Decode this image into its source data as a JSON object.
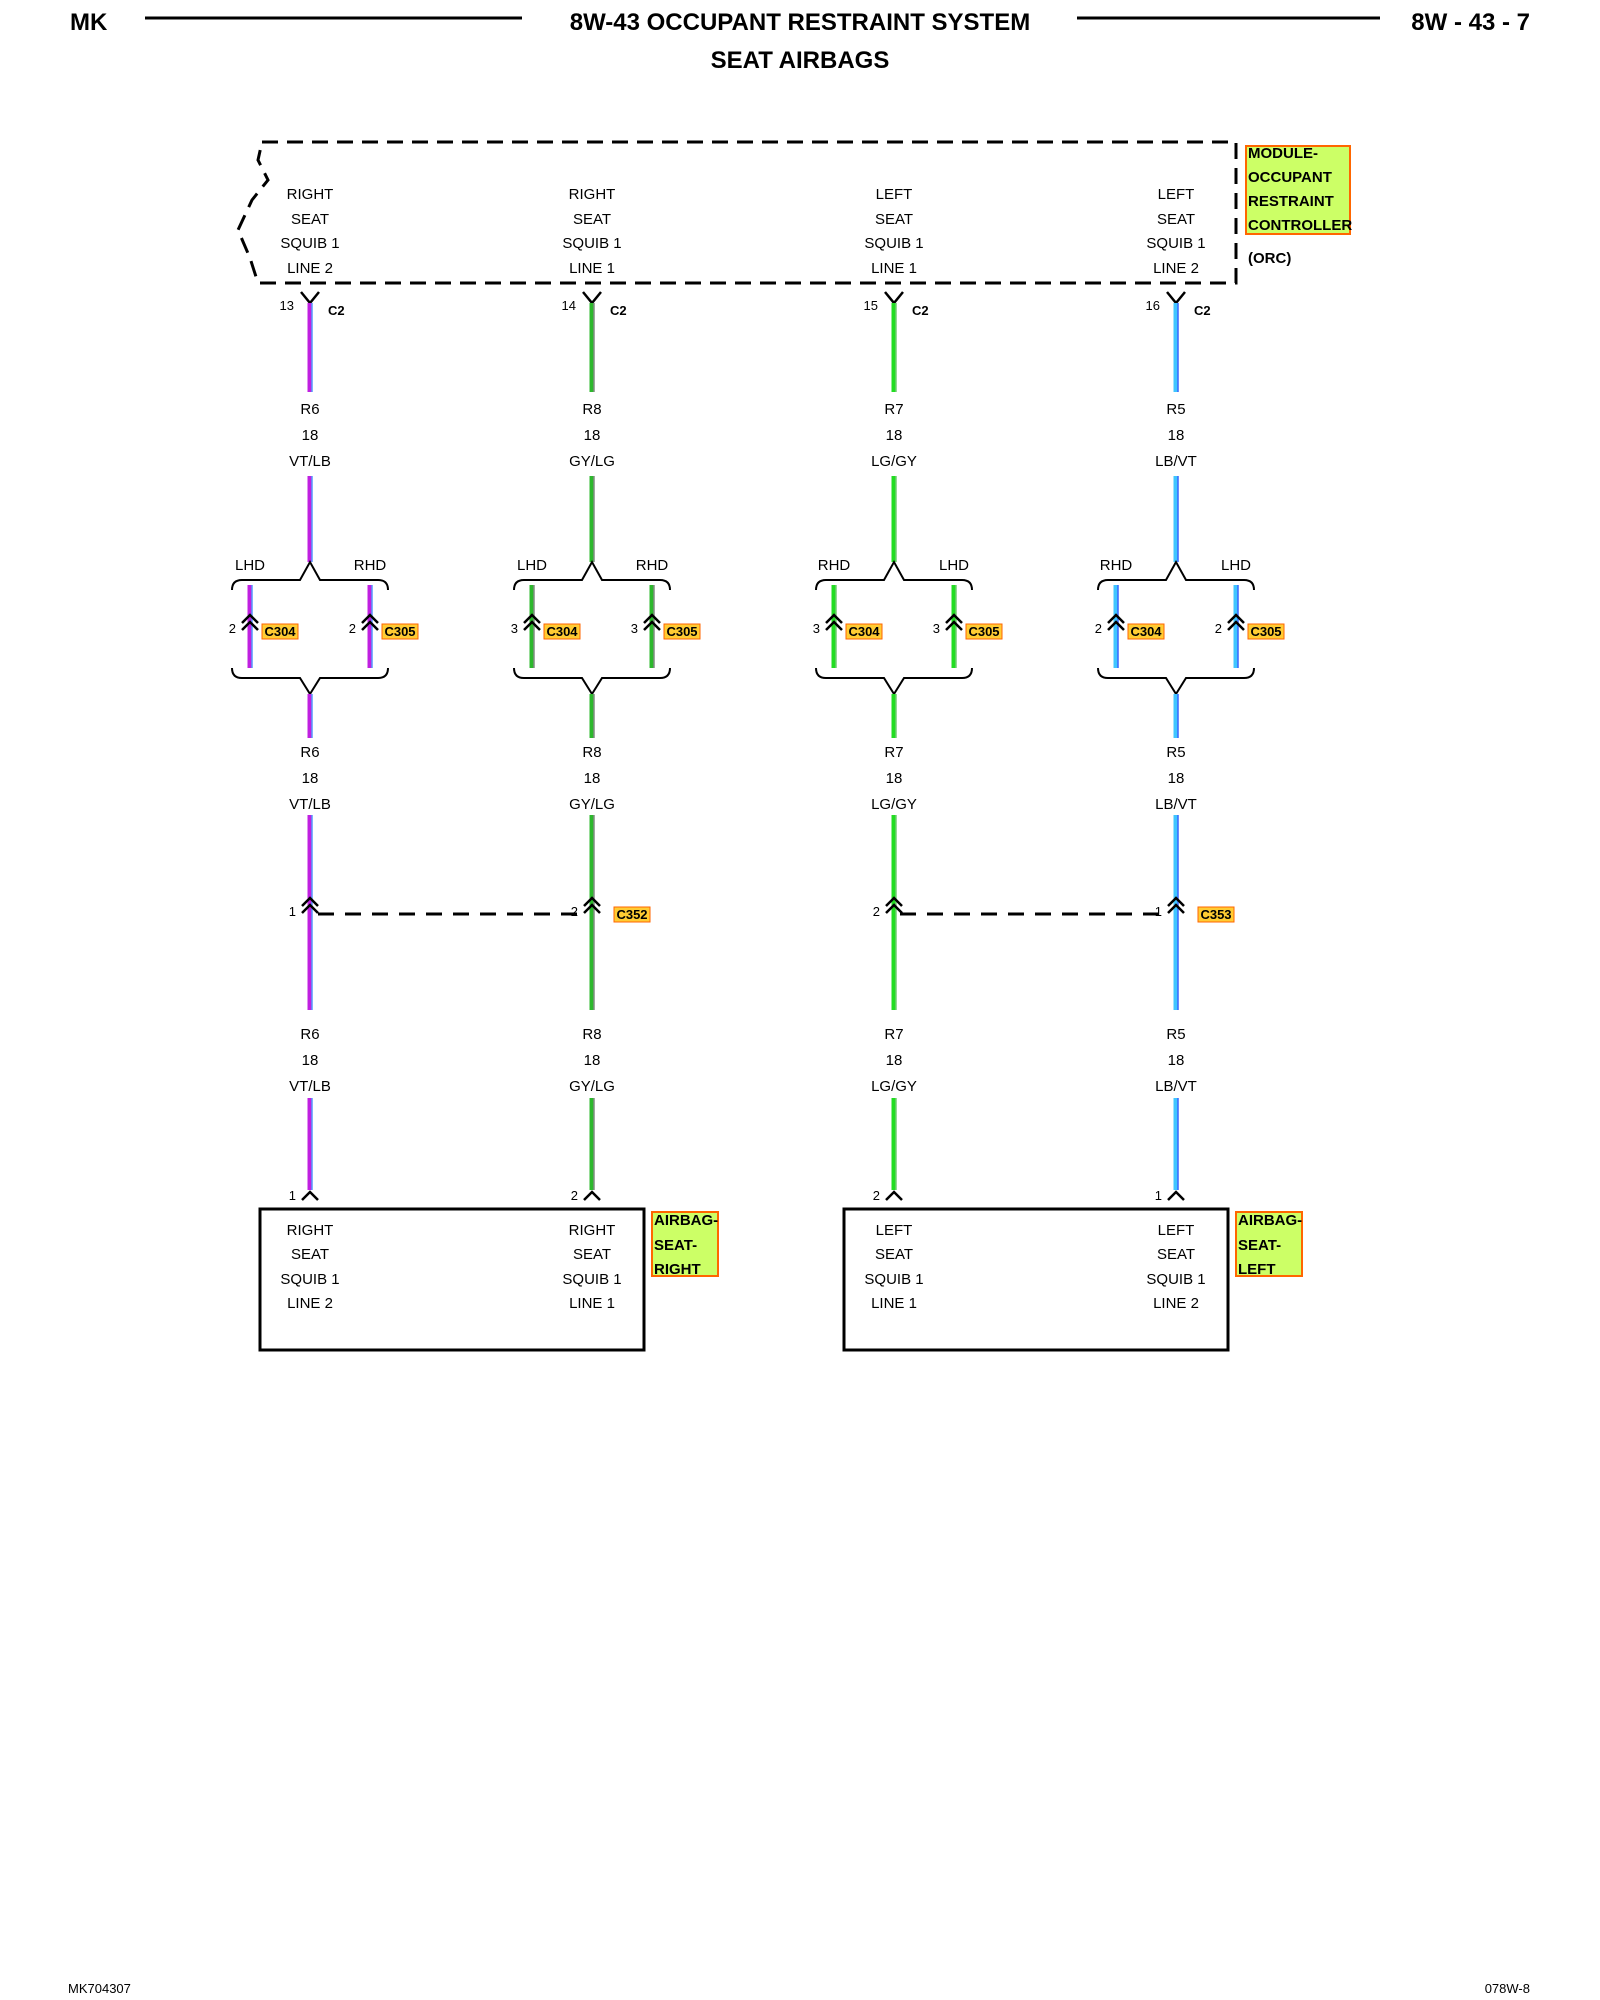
{
  "header": {
    "left": "MK",
    "title": "8W-43 OCCUPANT RESTRAINT SYSTEM",
    "subtitle": "SEAT AIRBAGS",
    "right": "8W - 43 - 7"
  },
  "controller": {
    "name_lines": [
      "MODULE-",
      "OCCUPANT",
      "RESTRAINT",
      "CONTROLLER"
    ],
    "abbrev": "(ORC)",
    "terminals": [
      [
        "RIGHT",
        "SEAT",
        "SQUIB 1",
        "LINE 2"
      ],
      [
        "RIGHT",
        "SEAT",
        "SQUIB 1",
        "LINE 1"
      ],
      [
        "LEFT",
        "SEAT",
        "SQUIB 1",
        "LINE 1"
      ],
      [
        "LEFT",
        "SEAT",
        "SQUIB 1",
        "LINE 2"
      ]
    ]
  },
  "circuits": [
    {
      "c2_pin": "13",
      "c2": "C2",
      "circuit": "R6",
      "gauge": "18",
      "color_code": "VT/LB",
      "wire_colors": [
        "#c020e0",
        "#4aa8ff"
      ],
      "split": {
        "left_label": "LHD",
        "right_label": "RHD",
        "left_pin": "2",
        "left_conn": "C304",
        "right_pin": "2",
        "right_conn": "C305"
      },
      "inline_pin": "1",
      "end_pin": "1"
    },
    {
      "c2_pin": "14",
      "c2": "C2",
      "circuit": "R8",
      "gauge": "18",
      "color_code": "GY/LG",
      "wire_colors": [
        "#2db82d",
        "#8a8a8a"
      ],
      "split": {
        "left_label": "LHD",
        "right_label": "RHD",
        "left_pin": "3",
        "left_conn": "C304",
        "right_pin": "3",
        "right_conn": "C305"
      },
      "inline_pin": "2",
      "inline_conn": "C352",
      "end_pin": "2"
    },
    {
      "c2_pin": "15",
      "c2": "C2",
      "circuit": "R7",
      "gauge": "18",
      "color_code": "LG/GY",
      "wire_colors": [
        "#22dd22",
        "#7acc7a"
      ],
      "split": {
        "left_label": "RHD",
        "right_label": "LHD",
        "left_pin": "3",
        "left_conn": "C304",
        "right_pin": "3",
        "right_conn": "C305"
      },
      "inline_pin": "2",
      "end_pin": "2"
    },
    {
      "c2_pin": "16",
      "c2": "C2",
      "circuit": "R5",
      "gauge": "18",
      "color_code": "LB/VT",
      "wire_colors": [
        "#3fc6ff",
        "#3a5cff"
      ],
      "split": {
        "left_label": "RHD",
        "right_label": "LHD",
        "left_pin": "2",
        "left_conn": "C304",
        "right_pin": "2",
        "right_conn": "C305"
      },
      "inline_pin": "1",
      "inline_conn": "C353",
      "end_pin": "1"
    }
  ],
  "airbags": [
    {
      "name_lines": [
        "AIRBAG-",
        "SEAT-",
        "RIGHT"
      ],
      "terminals": [
        [
          "RIGHT",
          "SEAT",
          "SQUIB 1",
          "LINE 2"
        ],
        [
          "RIGHT",
          "SEAT",
          "SQUIB 1",
          "LINE 1"
        ]
      ]
    },
    {
      "name_lines": [
        "AIRBAG-",
        "SEAT-",
        "LEFT"
      ],
      "terminals": [
        [
          "LEFT",
          "SEAT",
          "SQUIB 1",
          "LINE 1"
        ],
        [
          "LEFT",
          "SEAT",
          "SQUIB 1",
          "LINE 2"
        ]
      ]
    }
  ],
  "footer": {
    "left": "MK704307",
    "right": "078W-8"
  },
  "colors": {
    "highlight_fill": "#ccff66",
    "highlight_border": "#ff6600",
    "connector_tag_fill": "#ffcc33"
  }
}
